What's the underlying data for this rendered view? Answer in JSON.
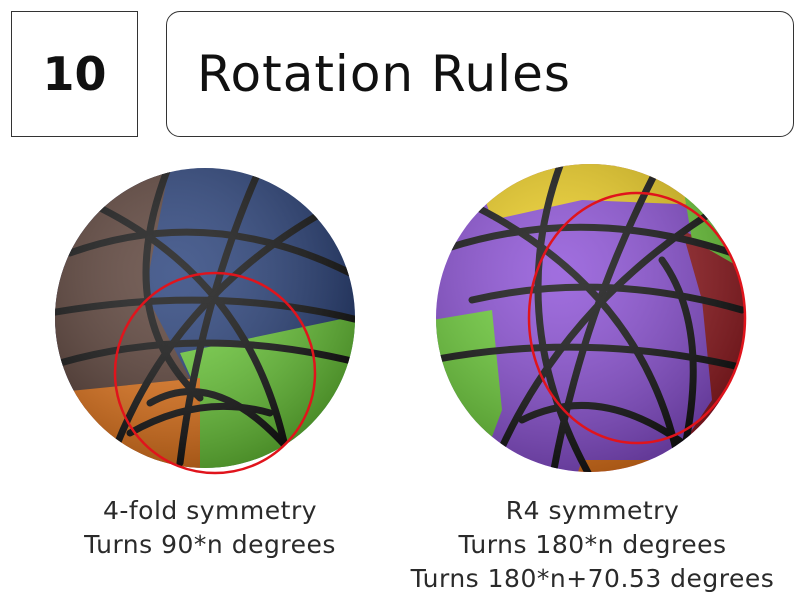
{
  "header": {
    "number": "10",
    "title": "Rotation Rules"
  },
  "left_puzzle": {
    "caption_line1": "4-fold symmetry",
    "caption_line2": "Turns 90*n degrees",
    "colors": {
      "brown": "#5a3f36",
      "blue": "#263f7a",
      "green": "#6fd33a",
      "orange": "#f07a1a",
      "highlight": "#e0141c"
    }
  },
  "right_puzzle": {
    "caption_line1": "R4 symmetry",
    "caption_line2": "Turns 180*n degrees",
    "caption_line3": "Turns 180*n+70.53 degrees",
    "colors": {
      "purple": "#8c4fd8",
      "yellow": "#f0d020",
      "red": "#9a1c22",
      "green": "#6fd33a",
      "highlight": "#e0141c"
    }
  }
}
